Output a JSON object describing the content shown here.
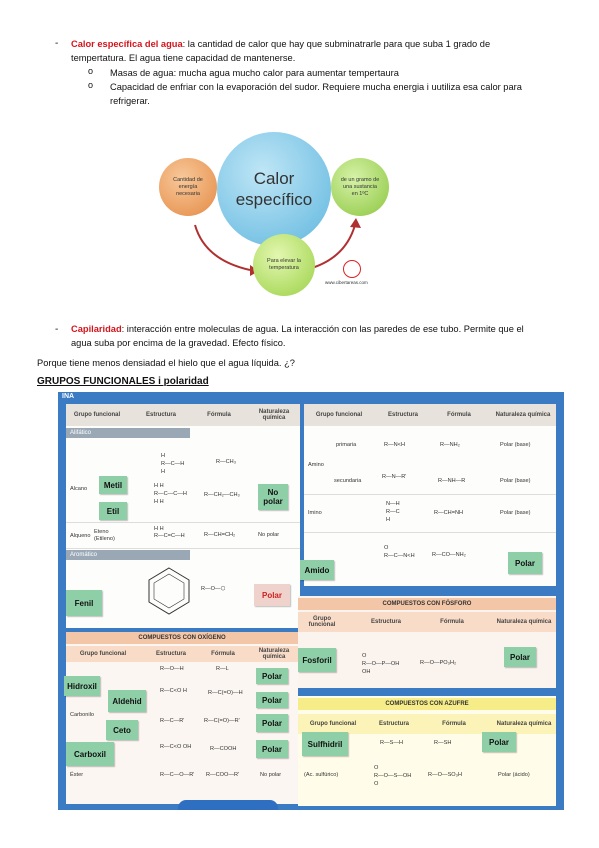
{
  "s1": {
    "term": "Calor específica del agua",
    "l1": ": la cantidad de calor que hay que subminatrarle para que suba 1 grado de",
    "l2": "tempertatura. El agua tiene capacidad de mantenerse.",
    "b1": "Masas de agua: mucha agua mucho calor para aumentar tempertaura",
    "b2a": "Capacidad de enfriar con la evaporación del sudor. Requiere mucha energia i uutiliza esa calor para",
    "b2b": "refrigerar."
  },
  "diagram": {
    "main": "Calor específico",
    "left": "Cantidad de energía necesaria",
    "right": "de un gramo de una sustancia en 1ºC",
    "bottom": "Para elevar la temperatura",
    "logo": "www.cibertareas.com"
  },
  "s2": {
    "term": "Capilaridad",
    "l1": ": interacción entre moleculas de agua. La interacción con las paredes de ese tubo. Permite que el",
    "l2": "agua suba por encima de la gravedad. Efecto físico."
  },
  "question": "Porque tiene menos densiadad el hielo que el agua líquida. ¿?",
  "heading": "GRUPOS FUNCIONALES i polaridad",
  "table": {
    "corner": "INA",
    "h_grupo": "Grupo funcional",
    "h_estructura": "Estructura",
    "h_formula": "Fórmula",
    "h_naturaleza": "Naturaleza química",
    "alifatico": "Alifático",
    "aromatico": "Aromático",
    "alcano": "Alcano",
    "alqueno": "Alqueno",
    "eteno": "Eteno (Etileno)",
    "f_ch3": "R—CH₃",
    "f_ch2ch3": "R—CH₂—CH₃",
    "f_ch2": "R—CH=CH₂",
    "nopolar": "No polar",
    "amino": "Amino",
    "primaria": "primaria",
    "secundaria": "secundaria",
    "imino": "Imino",
    "f_nh2": "R—NH₂",
    "f_nhr": "R—NH—R",
    "f_chnh": "R—CH=NH",
    "f_conh2": "R—CO—NH₂",
    "polarbase": "Polar (base)",
    "oxigeno": "COMPUESTOS CON OXÍGENO",
    "carbonilo": "Carbonilo",
    "ester": "Éster",
    "f_l": "R—L",
    "f_c": "R—C(=O)—H",
    "f_ccoo": "R—C(=O)—R'",
    "f_cooh": "R—COOH",
    "f_coor": "R—COO—R'",
    "fosforo": "COMPUESTOS CON FÓSFORO",
    "f_po3": "R—O—PO₃H₂",
    "azufre": "COMPUESTOS CON AZUFRE",
    "acsulf": "(Ac. sulfúrico)",
    "f_sh": "R—SH",
    "f_so3h": "R—O—SO₃H",
    "polaracido": "Polar (ácido)",
    "tags": {
      "metil": "Metil",
      "etil": "Etil",
      "nopolar": "No polar",
      "fenil": "Fenil",
      "polar_fenil": "Polar",
      "amido": "Amido",
      "polar_amido": "Polar",
      "fosforil": "Fosforil",
      "polar_fos": "Polar",
      "hidroxil": "Hidroxil",
      "aldehid": "Aldehid",
      "ceto": "Ceto",
      "carboxil": "Carboxil",
      "polar1": "Polar",
      "polar2": "Polar",
      "polar3": "Polar",
      "polar4": "Polar",
      "sulfhidril": "Sulfhidril",
      "polar_s": "Polar"
    }
  }
}
